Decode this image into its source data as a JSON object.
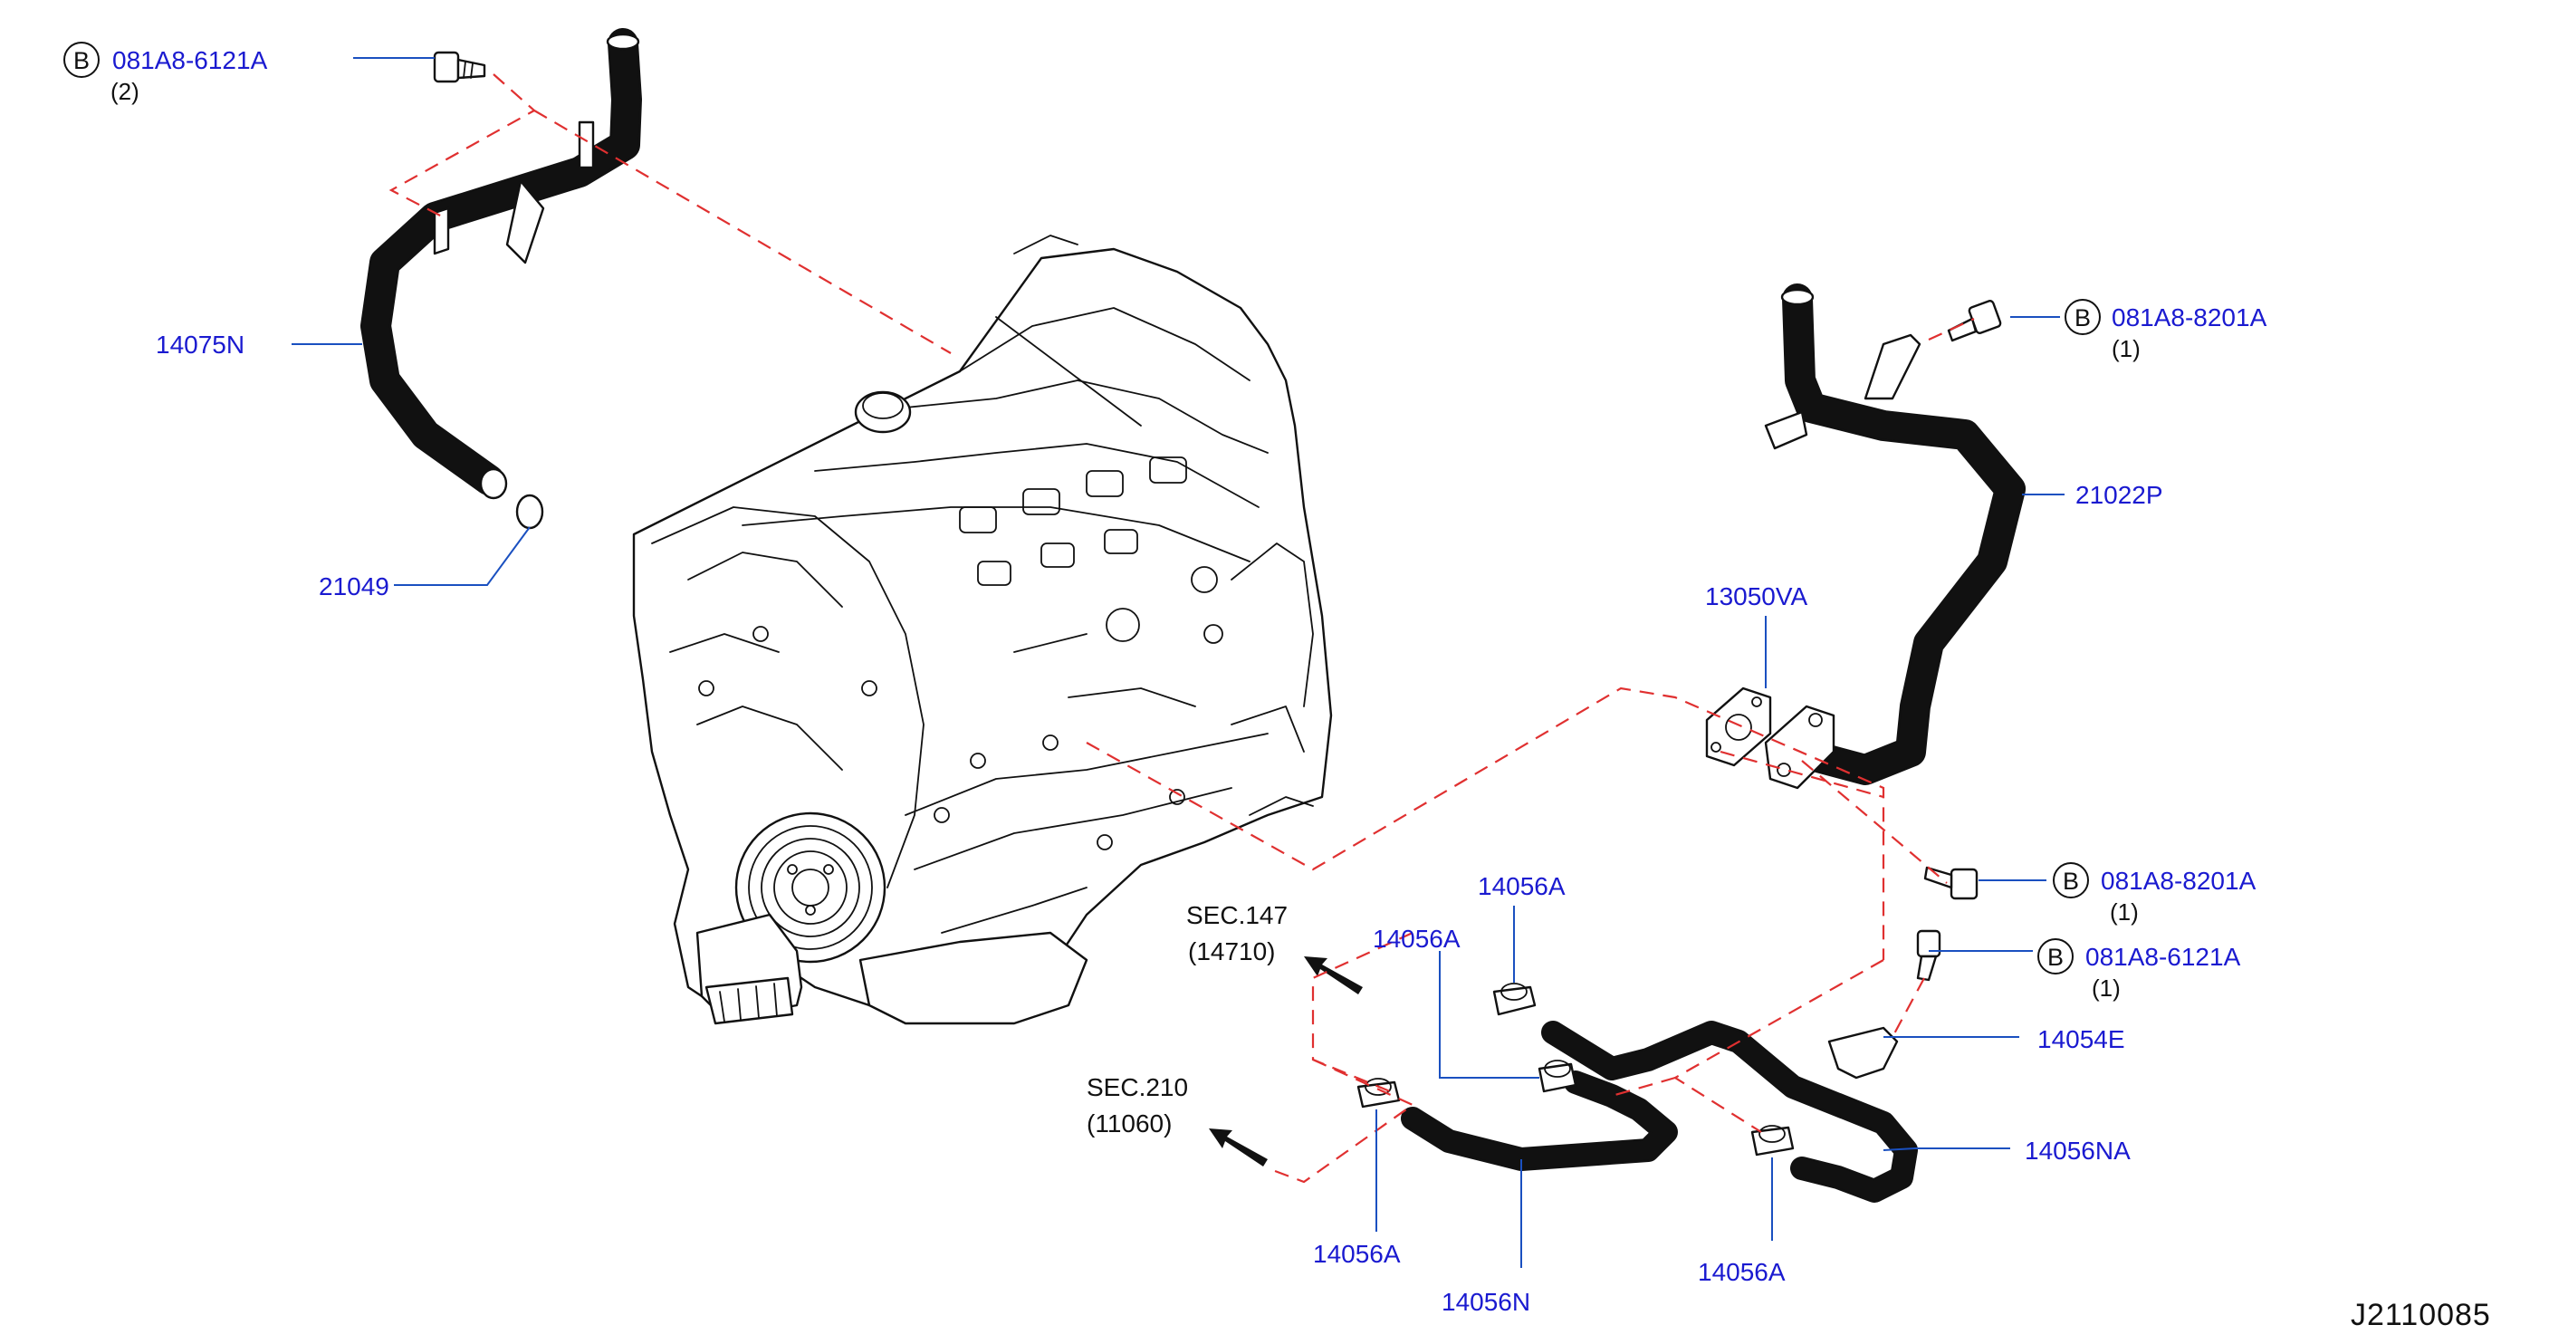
{
  "diagram_id": "J2110085",
  "ref_marker": "B",
  "callouts": {
    "bolt_top_left": {
      "part": "081A8-6121A",
      "qty": "(2)"
    },
    "tube_left": {
      "part": "14075N"
    },
    "oring": {
      "part": "21049"
    },
    "bolt_top_right": {
      "part": "081A8-8201A",
      "qty": "(1)"
    },
    "tube_right": {
      "part": "21022P"
    },
    "gasket": {
      "part": "13050VA"
    },
    "bolt_mid_right": {
      "part": "081A8-8201A",
      "qty": "(1)"
    },
    "bolt_low_right": {
      "part": "081A8-6121A",
      "qty": "(1)"
    },
    "bracket": {
      "part": "14054E"
    },
    "hose_right": {
      "part": "14056NA"
    },
    "hose_left": {
      "part": "14056N"
    },
    "clamp_top": {
      "part": "14056A"
    },
    "clamp_upper_left": {
      "part": "14056A"
    },
    "clamp_lower_left": {
      "part": "14056A"
    },
    "clamp_lower_right": {
      "part": "14056A"
    }
  },
  "sections": {
    "sec147": {
      "title": "SEC.147",
      "code": "(14710)"
    },
    "sec210": {
      "title": "SEC.210",
      "code": "(11060)"
    }
  },
  "colors": {
    "label_blue": "#1a1ad0",
    "leader_blue": "#1a50c0",
    "dashed_red": "#e03030",
    "line_black": "#111111"
  }
}
